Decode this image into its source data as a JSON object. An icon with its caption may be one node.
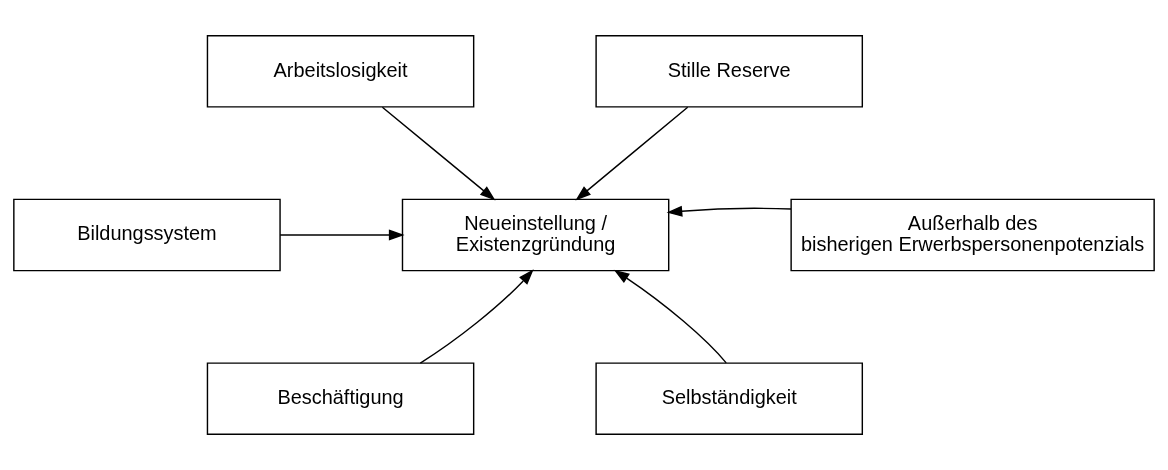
{
  "diagram": {
    "nodes": [
      {
        "text": [
          "Arbeitslosigkeit"
        ]
      },
      {
        "text": [
          "Stille Reserve"
        ]
      },
      {
        "text": [
          "Bildungssystem"
        ]
      },
      {
        "text": [
          "Neueinstellung / Existenzgründung"
        ]
      },
      {
        "text": [
          "Außerhalb des bisherigen Erwerbspersonenpotenzials"
        ]
      },
      {
        "text": [
          "Beschäftigung"
        ]
      },
      {
        "text": [
          "Selbständigkeit"
        ]
      }
    ],
    "edges": [
      {
        "from": 0,
        "to": 3,
        "arrow": "to"
      },
      {
        "from": 1,
        "to": 3,
        "arrow": "to"
      },
      {
        "from": 2,
        "to": 3,
        "arrow": "to"
      },
      {
        "from": 4,
        "to": 3,
        "arrow": "to"
      },
      {
        "from": 5,
        "to": 3,
        "arrow": "to"
      },
      {
        "from": 6,
        "to": 3,
        "arrow": "to"
      }
    ]
  }
}
